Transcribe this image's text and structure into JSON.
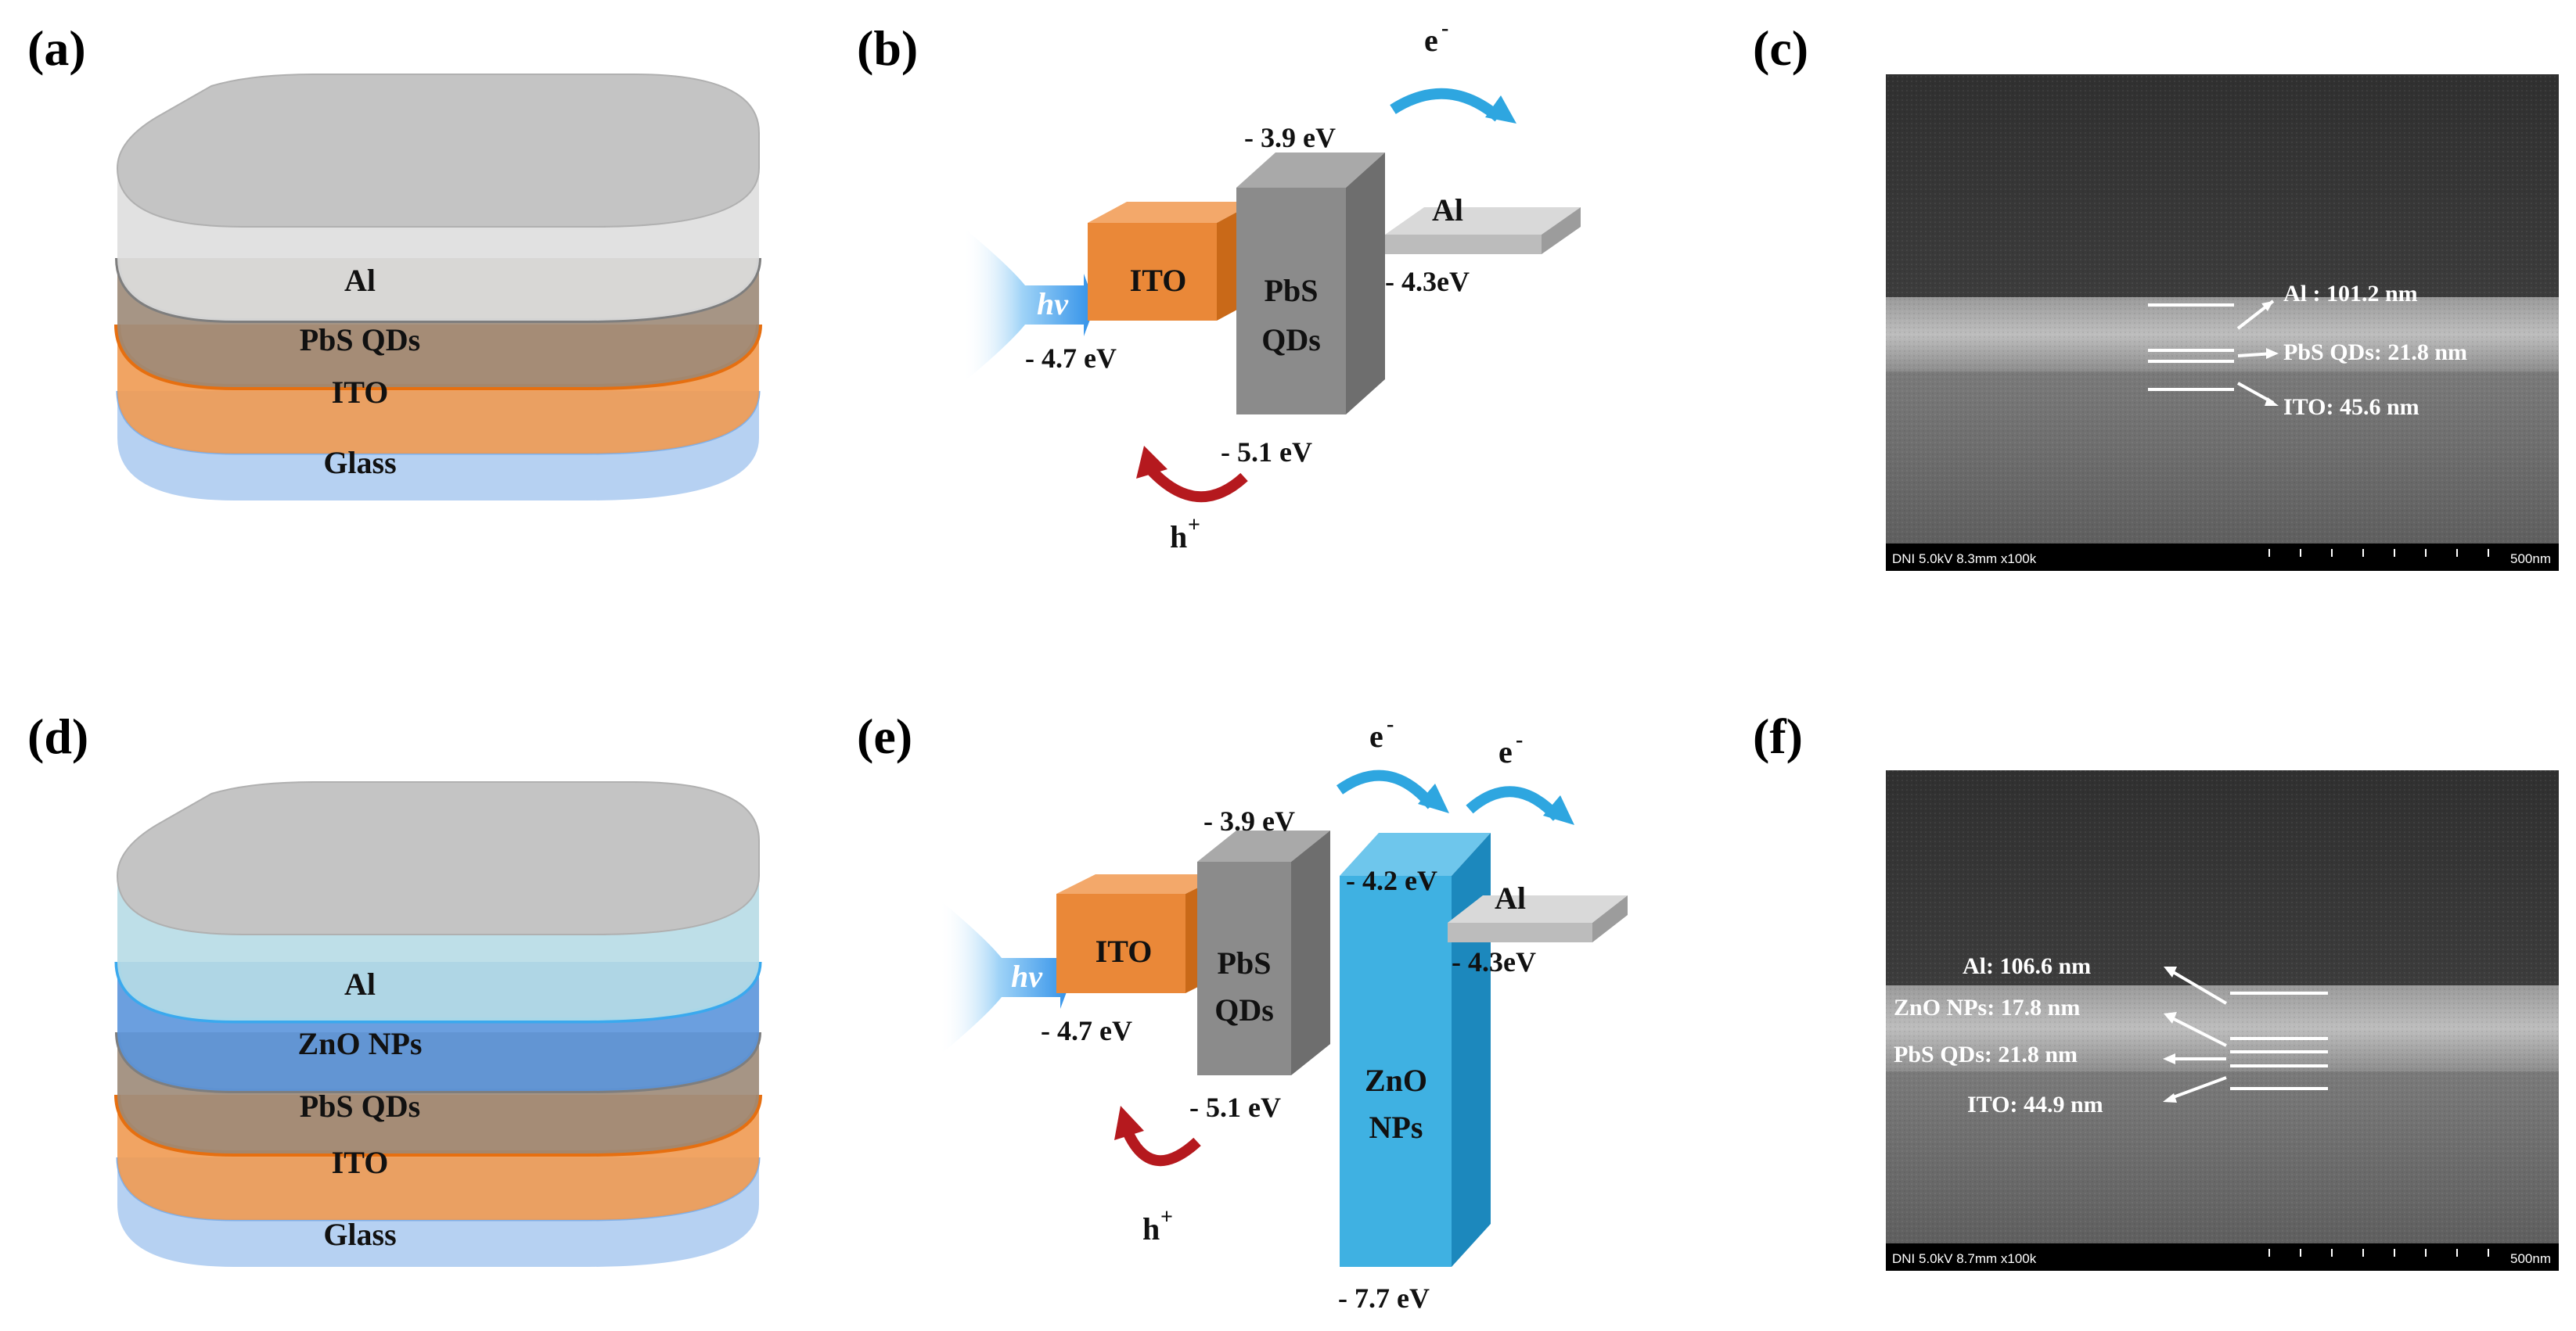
{
  "panels": {
    "a": {
      "label": "(a)",
      "layers": [
        "Al",
        "PbS QDs",
        "ITO",
        "Glass"
      ]
    },
    "b": {
      "label": "(b)",
      "light": "hv",
      "ito": {
        "name": "ITO",
        "energy": "- 4.7 eV"
      },
      "pbs": {
        "name1": "PbS",
        "name2": "QDs",
        "top": "- 3.9 eV",
        "bottom": "- 5.1 eV"
      },
      "al": {
        "name": "Al",
        "energy": "- 4.3eV"
      },
      "electron": "e",
      "electron_sup": "-",
      "hole": "h",
      "hole_sup": "+"
    },
    "c": {
      "label": "(c)",
      "annotations": [
        "Al : 101.2 nm",
        "PbS QDs: 21.8 nm",
        "ITO: 45.6 nm"
      ],
      "footer": "DNI 5.0kV 8.3mm x100k",
      "scale": "500nm"
    },
    "d": {
      "label": "(d)",
      "layers": [
        "Al",
        "ZnO  NPs",
        "PbS QDs",
        "ITO",
        "Glass"
      ]
    },
    "e": {
      "label": "(e)",
      "light": "hv",
      "ito": {
        "name": "ITO",
        "energy": "- 4.7 eV"
      },
      "pbs": {
        "name1": "PbS",
        "name2": "QDs",
        "top": "- 3.9 eV",
        "bottom": "- 5.1 eV"
      },
      "zno": {
        "name1": "ZnO",
        "name2": "NPs",
        "top": "- 4.2 eV",
        "bottom": "- 7.7 eV"
      },
      "al": {
        "name": "Al",
        "energy": "- 4.3eV"
      },
      "electron": "e",
      "electron_sup": "-",
      "hole": "h",
      "hole_sup": "+"
    },
    "f": {
      "label": "(f)",
      "annotations": [
        "Al: 106.6 nm",
        "ZnO NPs: 17.8 nm",
        "PbS QDs: 21.8 nm",
        "ITO: 44.9 nm"
      ],
      "footer": "DNI 5.0kV 8.7mm x100k",
      "scale": "500nm"
    }
  },
  "colors": {
    "al": "#c8c8c8",
    "pbs": "#8c7a6a",
    "ito": "#ec8a3c",
    "glass": "#a9c9f0",
    "zno": "#3aa8dc",
    "electron_arrow": "#2ea6e0",
    "hole_arrow": "#b5191e"
  }
}
